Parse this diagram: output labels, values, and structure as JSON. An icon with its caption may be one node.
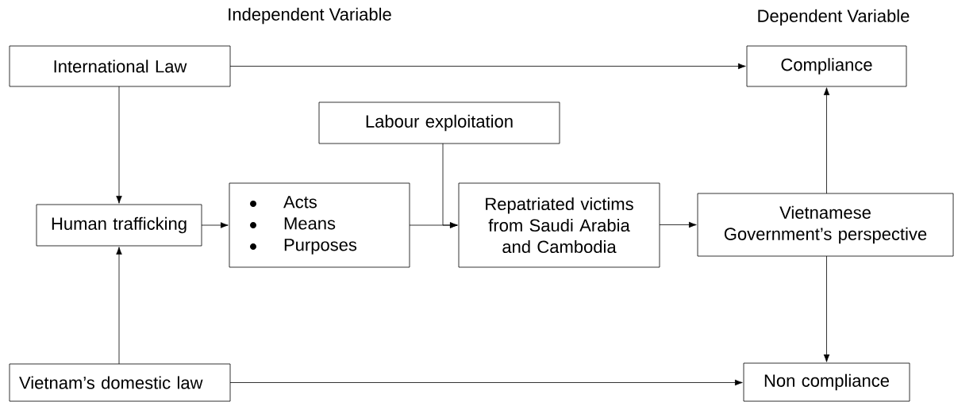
{
  "diagram": {
    "nodes": [
      {
        "text": [
          "International Law"
        ]
      },
      {
        "text": [
          "Compliance"
        ]
      },
      {
        "text": [
          "Labour exploitation"
        ]
      },
      {
        "text": [
          "Human trafficking"
        ]
      },
      {
        "text": [
          "Acts",
          "Means",
          "Purposes"
        ]
      },
      {
        "text": [
          "Repatriated victims from Saudi Arabia and Cambodia"
        ]
      },
      {
        "text": [
          "Vietnamese Government’s perspective"
        ]
      },
      {
        "text": [
          "Vietnam’s domestic law"
        ]
      },
      {
        "text": [
          "Non compliance"
        ]
      }
    ],
    "edges": [
      {
        "from": 0,
        "to": 1,
        "arrow": "to"
      },
      {
        "from": 0,
        "to": 3,
        "arrow": "to"
      },
      {
        "from": 7,
        "to": 3,
        "arrow": "to"
      },
      {
        "from": 3,
        "to": 4,
        "arrow": "to"
      },
      {
        "from": 2,
        "to": 5,
        "arrow": "to"
      },
      {
        "from": 4,
        "to": 5,
        "arrow": "to"
      },
      {
        "from": 5,
        "to": 6,
        "arrow": "to"
      },
      {
        "from": 6,
        "to": 1,
        "arrow": "to"
      },
      {
        "from": 6,
        "to": 8,
        "arrow": "to"
      },
      {
        "from": 7,
        "to": 8,
        "arrow": "to"
      }
    ],
    "labels": [
      "Independent Variable",
      "Dependent Variable"
    ]
  }
}
